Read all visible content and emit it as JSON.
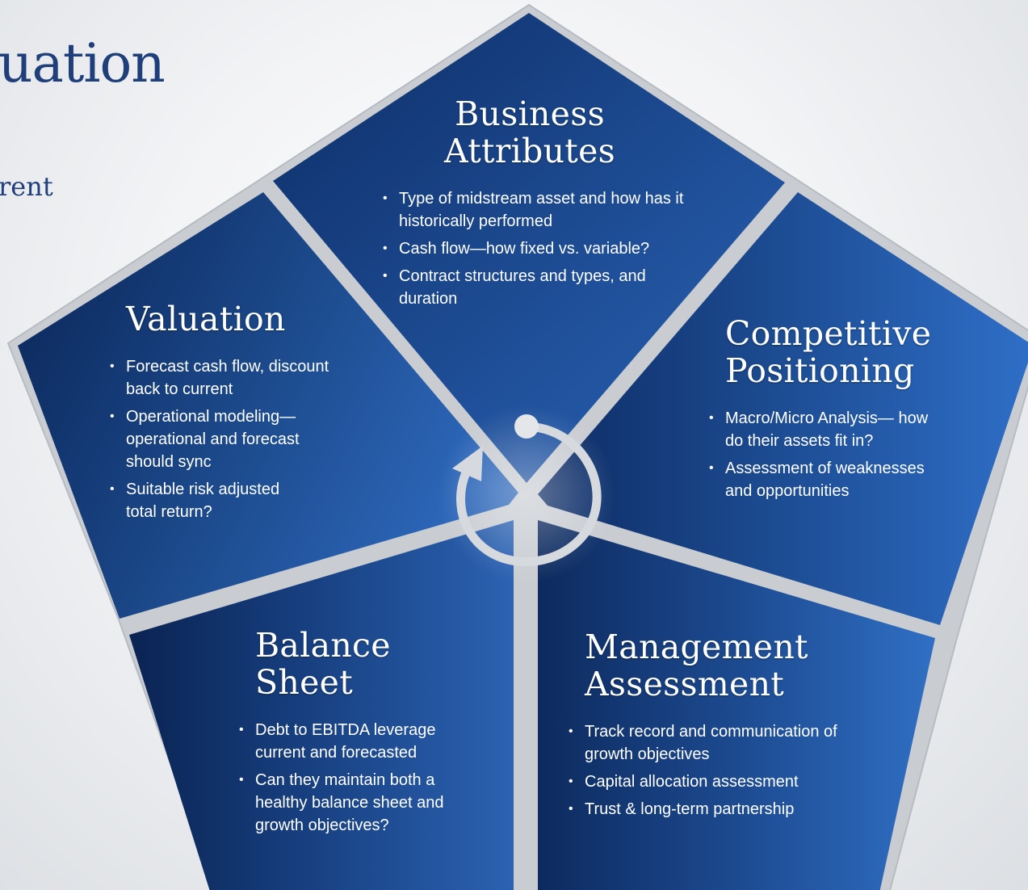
{
  "background": {
    "title_fragment": "uation",
    "subtitle_fragment": "rent"
  },
  "colors": {
    "background": "#eceef1",
    "panel_blue_dark": "#0d2d66",
    "panel_blue_light": "#2e6fc7",
    "title_blue": "#1f3f7a",
    "divider": "#c9cdd2"
  },
  "cycle_icon": "circular-arrow-icon",
  "sections": {
    "business_attributes": {
      "title_line1": "Business",
      "title_line2": "Attributes",
      "bullets": [
        "Type of midstream asset and how has it historically performed",
        "Cash flow—how fixed vs. variable?",
        "Contract structures and types, and duration"
      ]
    },
    "valuation": {
      "title_line1": "Valuation",
      "bullets": [
        "Forecast cash flow, discount back to current",
        "Operational modeling— operational and forecast should sync",
        "Suitable risk adjusted total return?"
      ]
    },
    "competitive_positioning": {
      "title_line1": "Competitive",
      "title_line2": "Positioning",
      "bullets": [
        "Macro/Micro Analysis— how do their assets fit in?",
        "Assessment of weaknesses and opportunities"
      ]
    },
    "balance_sheet": {
      "title_line1": "Balance",
      "title_line2": "Sheet",
      "bullets": [
        "Debt to EBITDA leverage current and forecasted",
        "Can they maintain both a healthy balance sheet and growth objectives?"
      ]
    },
    "management_assessment": {
      "title_line1": "Management",
      "title_line2": "Assessment",
      "bullets": [
        "Track record and communication of growth objectives",
        "Capital allocation assessment",
        "Trust & long-term partnership"
      ]
    }
  }
}
